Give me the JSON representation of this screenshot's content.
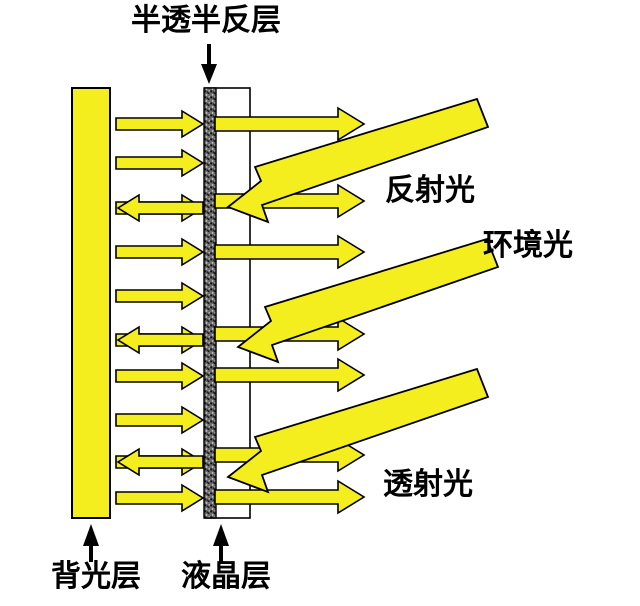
{
  "figure": {
    "title_top": "半透半反层",
    "labels": {
      "top_layer": "半透半反层",
      "reflected_light": "反射光",
      "ambient_light": "环境光",
      "transmitted_light": "透射光",
      "backlight_layer": "背光层",
      "liquid_crystal_layer": "液晶层"
    },
    "colors": {
      "ray": "#f5ee1e",
      "ray_outline": "#000000",
      "backlight_fill": "#f5ee1e",
      "transflective_fill": "#585858",
      "panel_outline": "#000000",
      "text": "#000000",
      "background": "#ffffff"
    },
    "elements": {
      "backlight_bar": "背光层 yellow vertical bar on the left",
      "transflective_bar": "半透半反层 dark speckled thin vertical bar in the middle",
      "lc_cell": "液晶层 thin outlined rectangle right of the transflective bar",
      "arrows_right": "horizontal yellow arrows travelling rightwards (backlight and transmitted rays)",
      "arrows_left": "horizontal yellow arrows travelling leftwards (reflected rays back into panel)",
      "arrows_diagonal": "thick diagonal yellow arrows entering from the upper right (环境光)"
    }
  }
}
